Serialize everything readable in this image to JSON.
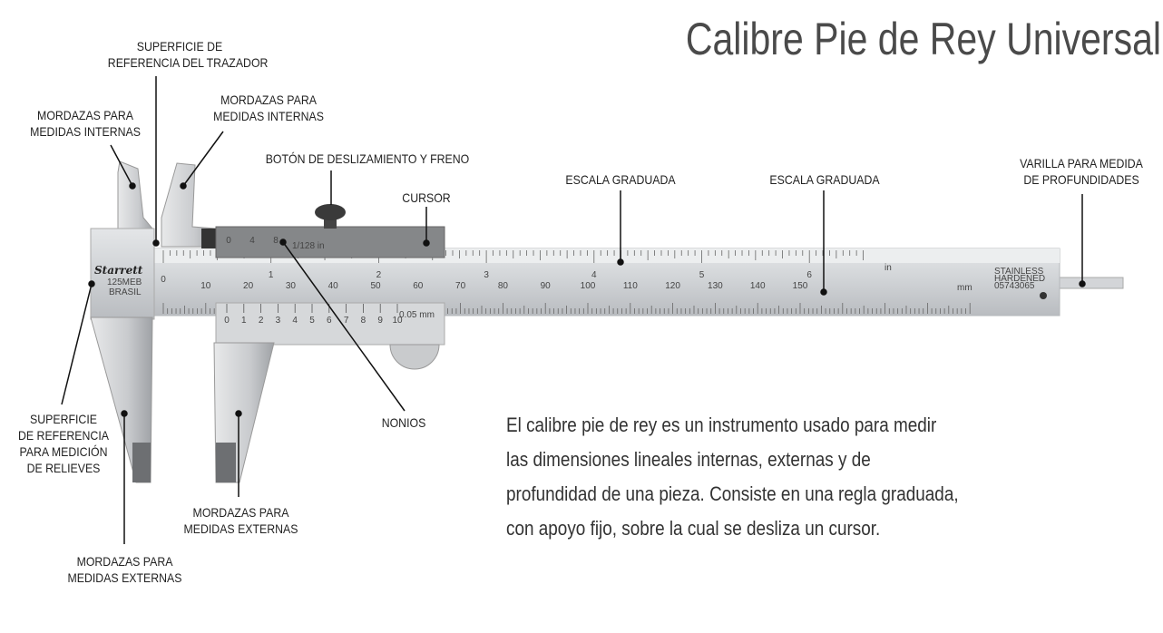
{
  "title": "Calibre Pie de Rey Universal",
  "description": "El calibre pie de rey es un instrumento usado para medir las dimensiones lineales internas, externas y de profundidad de una pieza. Consiste en una regla graduada, con apoyo fijo, sobre la cual se desliza un cursor.",
  "description_lines": [
    "El calibre pie de rey es un instrumento usado para medir",
    "las dimensiones lineales internas, externas y de",
    "profundidad de una pieza. Consiste en una regla graduada,",
    "con apoyo fijo, sobre la cual se desliza un cursor."
  ],
  "labels": {
    "ref_trazador": [
      "SUPERFICIE DE",
      "REFERENCIA DEL TRAZADOR"
    ],
    "int_left": [
      "MORDAZAS PARA",
      "MEDIDAS INTERNAS"
    ],
    "int_right": [
      "MORDAZAS PARA",
      "MEDIDAS INTERNAS"
    ],
    "boton": "BOTÓN DE DESLIZAMIENTO Y FRENO",
    "cursor": "CURSOR",
    "escala1": "ESCALA GRADUADA",
    "escala2": "ESCALA GRADUADA",
    "varilla": [
      "VARILLA PARA MEDIDA",
      "DE PROFUNDIDADES"
    ],
    "nonios": "NONIOS",
    "ref_relieves": [
      "SUPERFICIE",
      "DE REFERENCIA",
      "PARA MEDICIÓN",
      "DE RELIEVES"
    ],
    "ext_left": [
      "MORDAZAS PARA",
      "MEDIDAS EXTERNAS"
    ],
    "ext_center": [
      "MORDAZAS PARA",
      "MEDIDAS EXTERNAS"
    ]
  },
  "caliper": {
    "brand": "Starrett",
    "model": "125MEB",
    "origin": "BRASIL",
    "mm_scale": [
      0,
      10,
      20,
      30,
      40,
      50,
      60,
      70,
      80,
      90,
      100,
      110,
      120,
      130,
      140,
      150
    ],
    "inch_scale": [
      1,
      2,
      3,
      4,
      5,
      6
    ],
    "inch_unit": "in",
    "mm_unit": "mm",
    "vernier_mm": [
      0,
      1,
      2,
      3,
      4,
      5,
      6,
      7,
      8,
      9,
      10
    ],
    "vernier_mm_note": "0.05 mm",
    "vernier_in": [
      0,
      4,
      8
    ],
    "vernier_in_note": "1/128 in",
    "stamp": [
      "STAINLESS",
      "HARDENED",
      "05743065"
    ]
  }
}
